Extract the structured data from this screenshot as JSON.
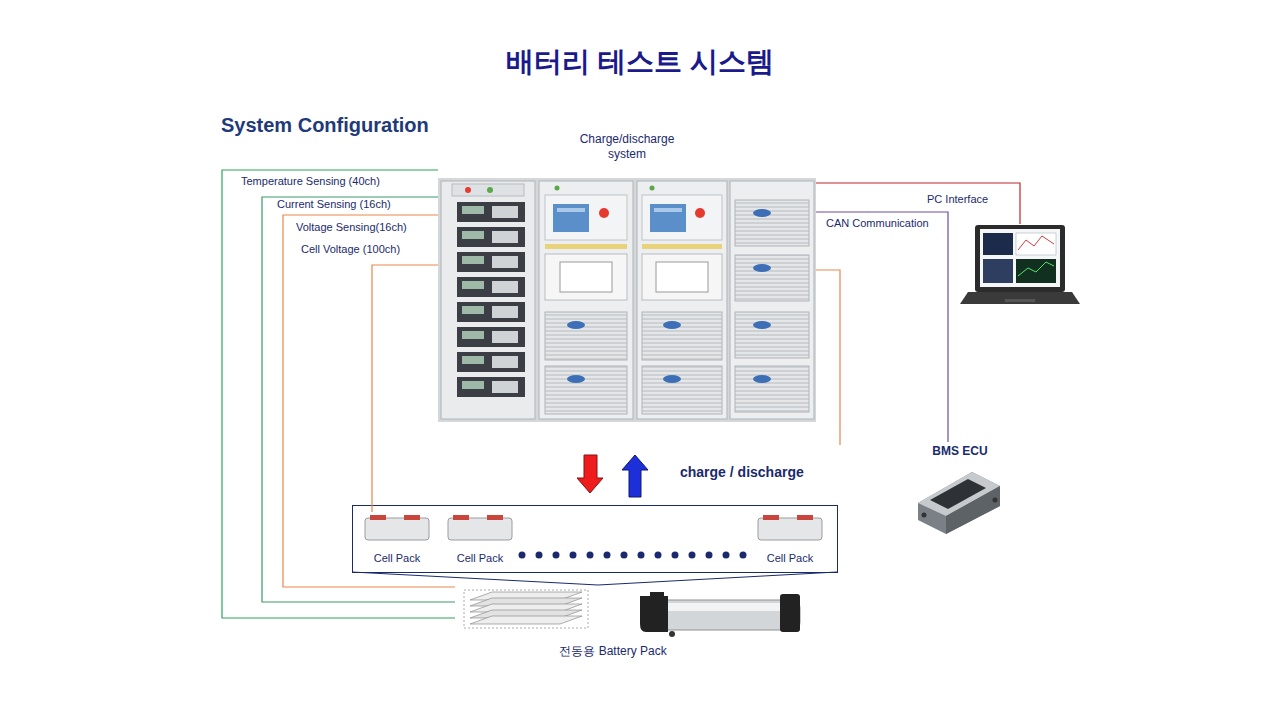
{
  "diagram": {
    "title": "배터리 테스트 시스템",
    "nodes": [
      {
        "text": [
          "Charge/discharge system"
        ]
      },
      {
        "text": [
          "PC Interface"
        ]
      },
      {
        "text": [
          "BMS ECU"
        ]
      },
      {
        "text": [
          "Cell Pack"
        ]
      },
      {
        "text": [
          "Cell Pack"
        ]
      },
      {
        "text": [
          "Cell Pack"
        ]
      },
      {
        "text": [
          "전동용 Battery Pack"
        ]
      }
    ],
    "edges": [
      {
        "from": 0,
        "to": 6,
        "label": "Temperature Sensing (40ch)",
        "arrow": "none"
      },
      {
        "from": 0,
        "to": 6,
        "label": "Current Sensing (16ch)",
        "arrow": "none"
      },
      {
        "from": 0,
        "to": 6,
        "label": "Voltage Sensing(16ch)",
        "arrow": "none"
      },
      {
        "from": 0,
        "to": 3,
        "label": "Cell Voltage (100ch)",
        "arrow": "none"
      },
      {
        "from": 0,
        "to": 1,
        "arrow": "none"
      },
      {
        "from": 0,
        "to": 2,
        "label": "CAN Communication",
        "arrow": "none"
      }
    ],
    "labels": [
      "System Configuration",
      "charge / discharge"
    ]
  }
}
